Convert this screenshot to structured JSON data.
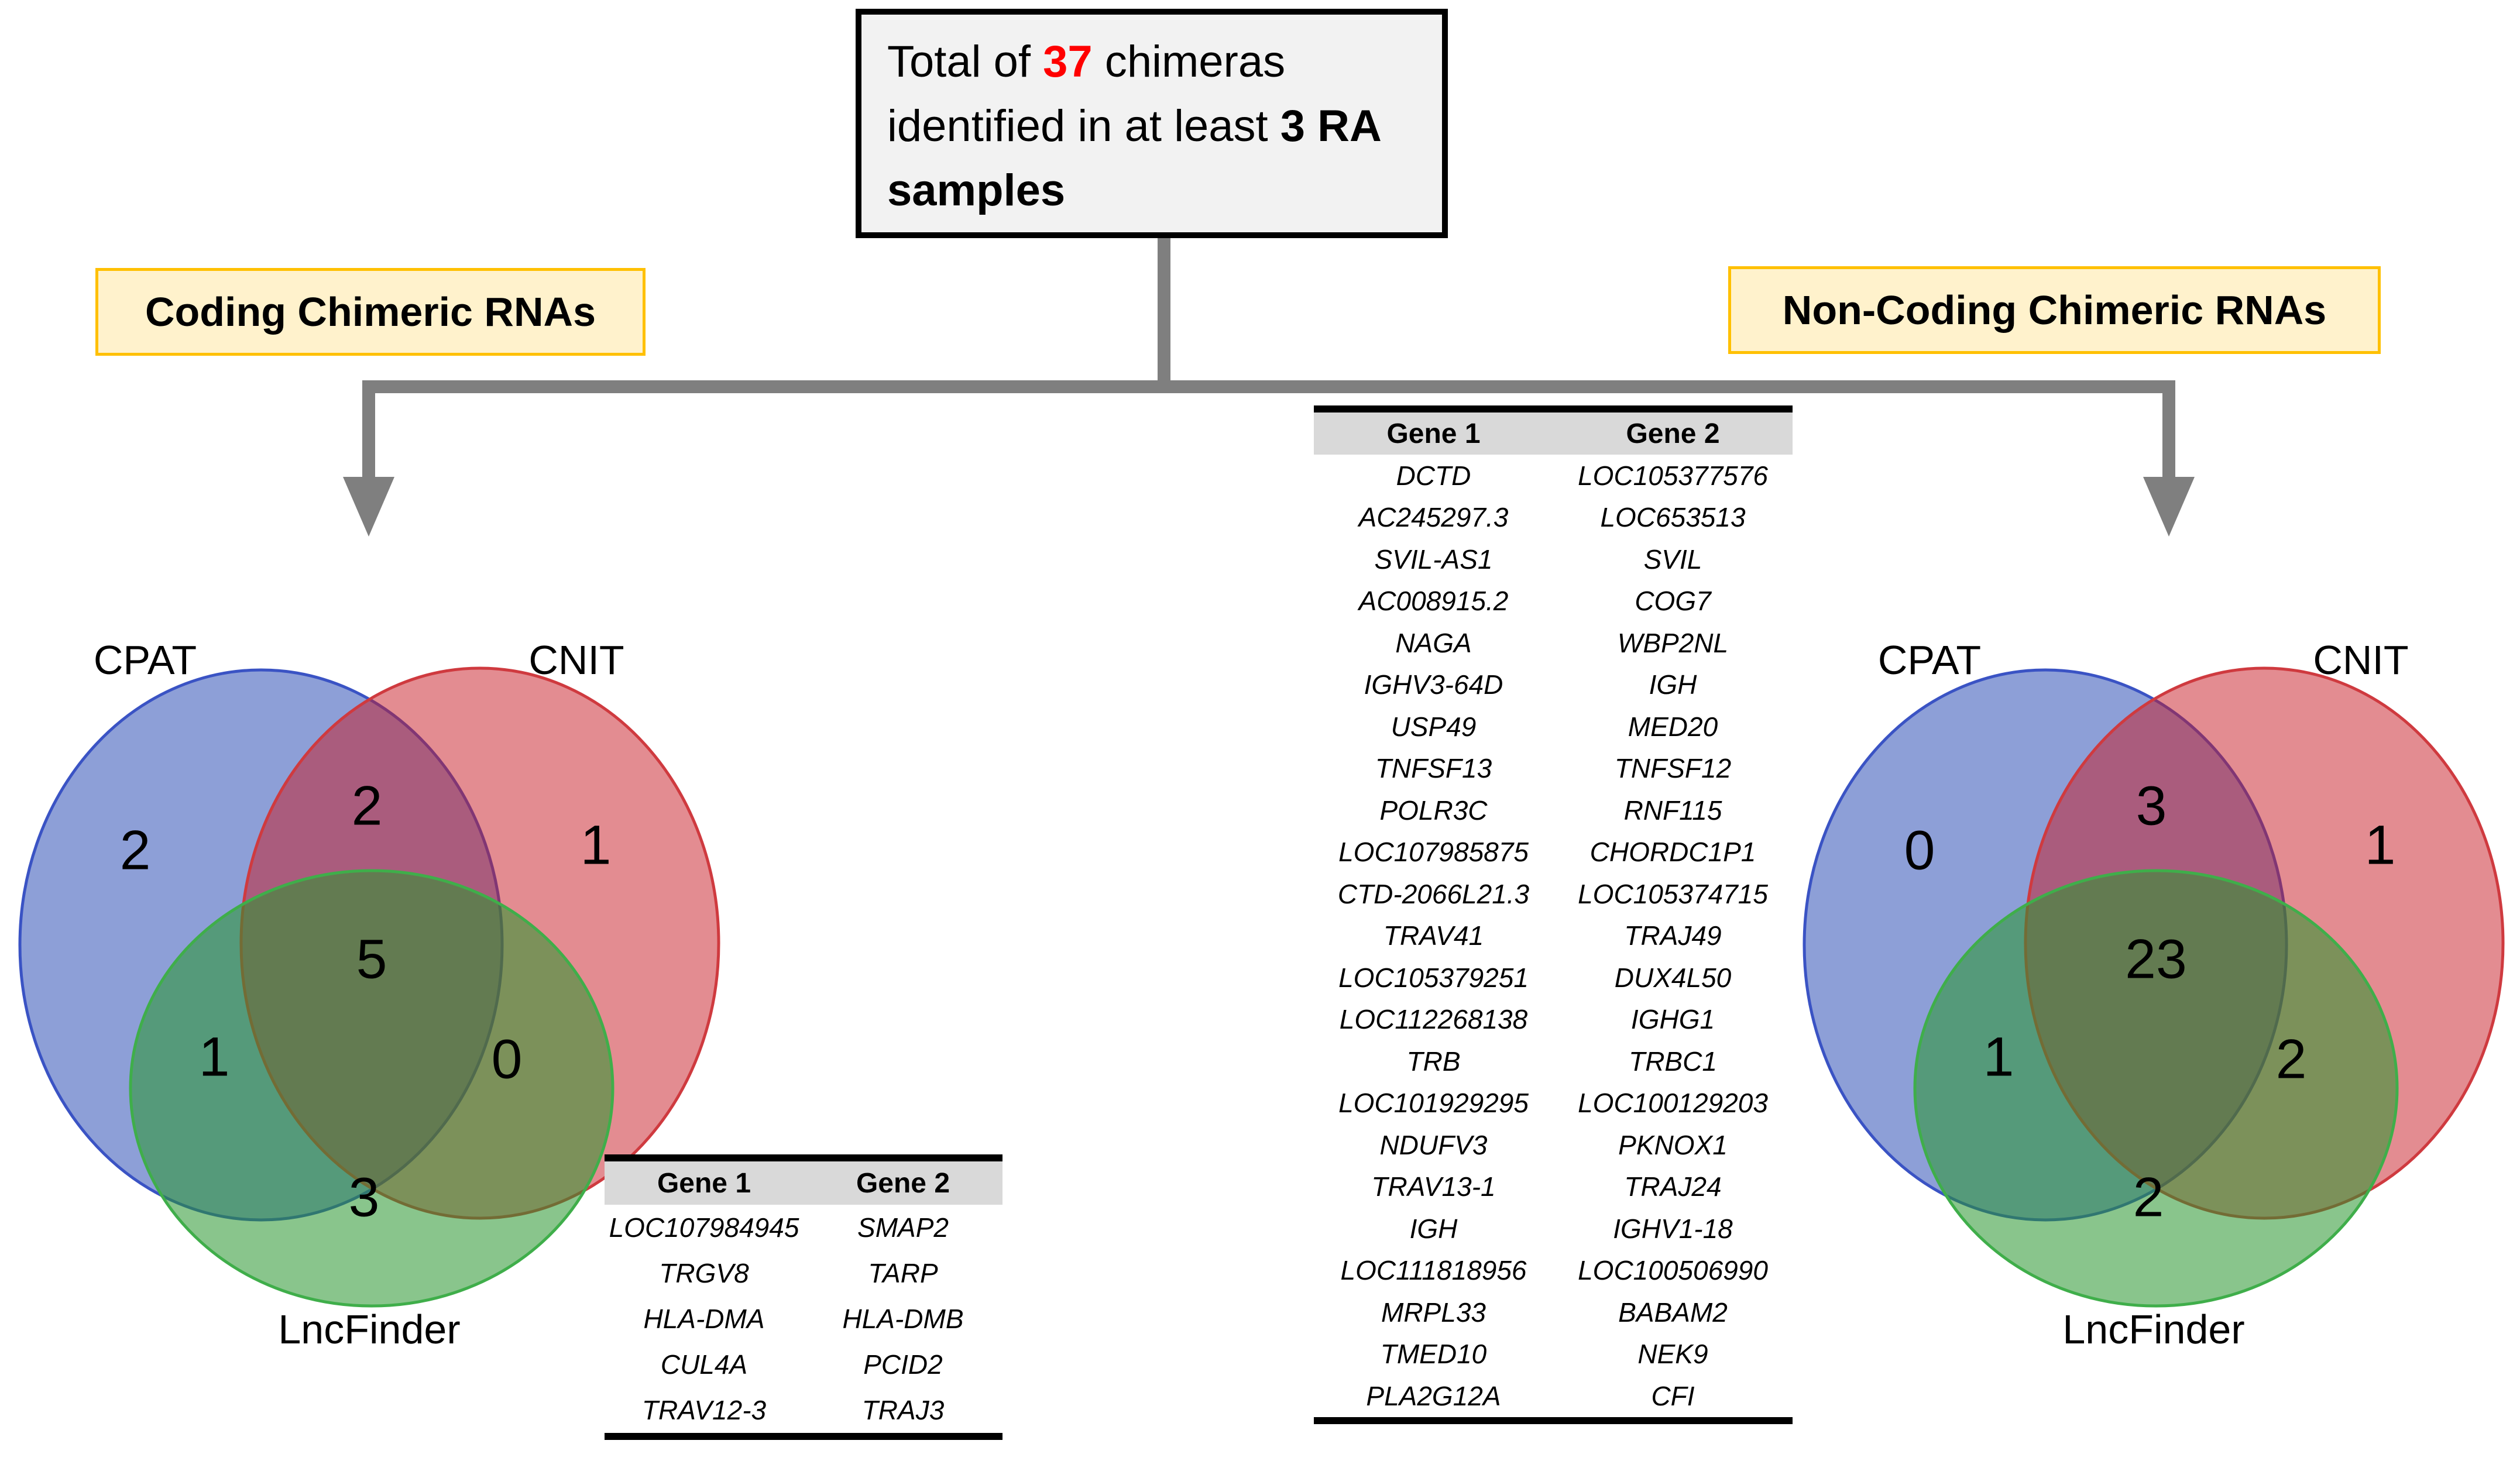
{
  "figure": {
    "total_box": {
      "prefix": "Total of ",
      "count": "37",
      "middle": " chimeras identified in at least ",
      "threshold": "3",
      "suffix": " RA samples"
    },
    "left_branch_label": "Coding Chimeric RNAs",
    "right_branch_label": "Non-Coding Chimeric RNAs"
  },
  "venn_coding": {
    "set_labels": {
      "top_left": "CPAT",
      "top_right": "CNIT",
      "bottom": "LncFinder"
    },
    "counts": {
      "cpat_only": "2",
      "cpat_cnit": "2",
      "cnit_only": "1",
      "all_three": "5",
      "cpat_lncfinder": "1",
      "cnit_lncfinder": "0",
      "lncfinder_only": "3"
    }
  },
  "venn_noncoding": {
    "set_labels": {
      "top_left": "CPAT",
      "top_right": "CNIT",
      "bottom": "LncFinder"
    },
    "counts": {
      "cpat_only": "0",
      "cpat_cnit": "3",
      "cnit_only": "1",
      "all_three": "23",
      "cpat_lncfinder": "1",
      "cnit_lncfinder": "2",
      "lncfinder_only": "2"
    }
  },
  "coding_gene_table": {
    "headers": [
      "Gene 1",
      "Gene 2"
    ],
    "rows": [
      [
        "LOC107984945",
        "SMAP2"
      ],
      [
        "TRGV8",
        "TARP"
      ],
      [
        "HLA-DMA",
        "HLA-DMB"
      ],
      [
        "CUL4A",
        "PCID2"
      ],
      [
        "TRAV12-3",
        "TRAJ3"
      ]
    ]
  },
  "noncoding_gene_table": {
    "headers": [
      "Gene 1",
      "Gene 2"
    ],
    "rows": [
      [
        "DCTD",
        "LOC105377576"
      ],
      [
        "AC245297.3",
        "LOC653513"
      ],
      [
        "SVIL-AS1",
        "SVIL"
      ],
      [
        "AC008915.2",
        "COG7"
      ],
      [
        "NAGA",
        "WBP2NL"
      ],
      [
        "IGHV3-64D",
        "IGH"
      ],
      [
        "USP49",
        "MED20"
      ],
      [
        "TNFSF13",
        "TNFSF12"
      ],
      [
        "POLR3C",
        "RNF115"
      ],
      [
        "LOC107985875",
        "CHORDC1P1"
      ],
      [
        "CTD-2066L21.3",
        "LOC105374715"
      ],
      [
        "TRAV41",
        "TRAJ49"
      ],
      [
        "LOC105379251",
        "DUX4L50"
      ],
      [
        "LOC112268138",
        "IGHG1"
      ],
      [
        "TRB",
        "TRBC1"
      ],
      [
        "LOC101929295",
        "LOC100129203"
      ],
      [
        "NDUFV3",
        "PKNOX1"
      ],
      [
        "TRAV13-1",
        "TRAJ24"
      ],
      [
        "IGH",
        "IGHV1-18"
      ],
      [
        "LOC111818956",
        "LOC100506990"
      ],
      [
        "MRPL33",
        "BABAM2"
      ],
      [
        "TMED10",
        "NEK9"
      ],
      [
        "PLA2G12A",
        "CFI"
      ]
    ]
  },
  "colors": {
    "accent_red": "#ff0000",
    "total_box_fill": "#f2f2f2",
    "branch_label_fill": "#fff2cc",
    "branch_label_border": "#ffc000",
    "connector_gray": "#7f7f7f",
    "venn_blue_fill": "#8d9fd7",
    "venn_red_fill": "#e38c91",
    "venn_green_fill": "#89c58b",
    "venn_blue_stroke": "#3a53c4",
    "venn_red_stroke": "#cf3a3f",
    "venn_green_stroke": "#3fae4a",
    "table_header_bg": "#d9d9d9"
  }
}
